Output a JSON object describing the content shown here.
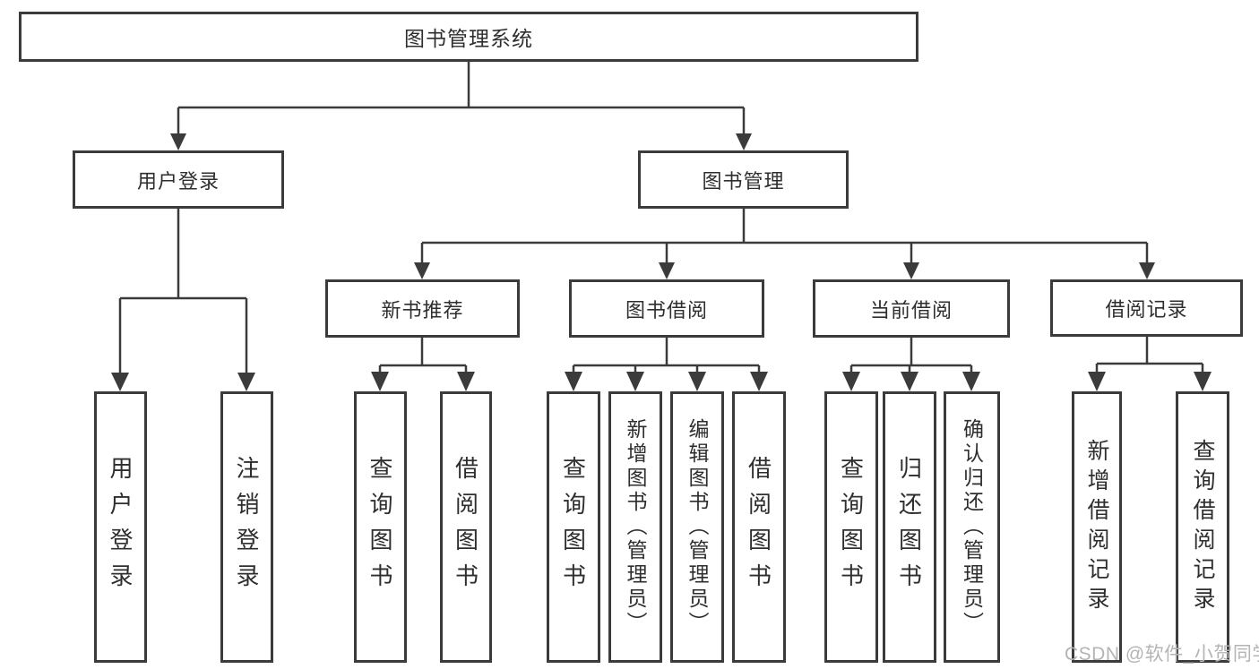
{
  "diagram": {
    "root": {
      "label": "图书管理系统"
    },
    "level1": {
      "user_login": {
        "label": "用户登录"
      },
      "book_management": {
        "label": "图书管理"
      }
    },
    "level2": {
      "new_book_recommend": {
        "label": "新书推荐"
      },
      "book_borrow": {
        "label": "图书借阅"
      },
      "current_borrow": {
        "label": "当前借阅"
      },
      "borrow_records": {
        "label": "借阅记录"
      }
    },
    "leaves": {
      "user_login": {
        "label": "用户登录"
      },
      "logout": {
        "label": "注销登录"
      },
      "query_books_recommend": {
        "label": "查询图书"
      },
      "borrow_books_recommend": {
        "label": "借阅图书"
      },
      "query_books_borrow": {
        "label": "查询图书"
      },
      "add_book_admin": {
        "label": "新增图书（管理员）"
      },
      "edit_book_admin": {
        "label": "编辑图书（管理员）"
      },
      "borrow_books_borrow": {
        "label": "借阅图书"
      },
      "query_books_current": {
        "label": "查询图书"
      },
      "return_book": {
        "label": "归还图书"
      },
      "confirm_return_admin": {
        "label": "确认归还（管理员）"
      },
      "add_borrow_record": {
        "label": "新增借阅记录"
      },
      "query_borrow_record": {
        "label": "查询借阅记录"
      }
    },
    "watermark": "CSDN @软件_小贺同学",
    "colors": {
      "line": "#3b3b3b",
      "text": "#2e2e2e",
      "background": "#ffffff",
      "watermark": "#b4b4b4"
    }
  }
}
